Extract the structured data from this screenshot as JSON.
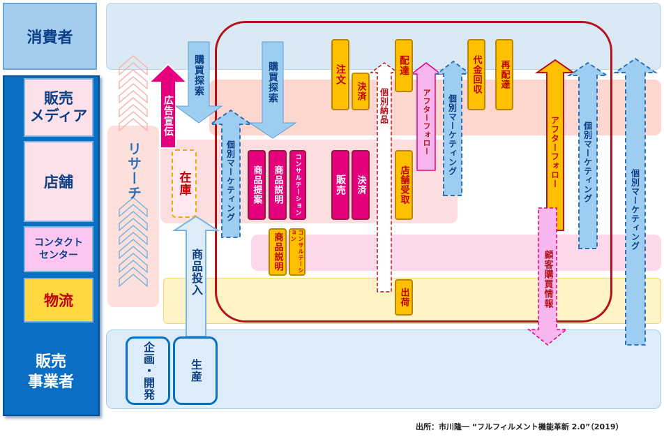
{
  "left": {
    "consumer": "消費者",
    "sales_media": "販売\nメディア",
    "store": "店舗",
    "contact_center": "コンタクト\nセンター",
    "logistics": "物流",
    "seller": "販売\n事業者"
  },
  "research": "リサーチ",
  "ad": "広告宣伝",
  "search1": "購買探索",
  "search2": "購買探索",
  "inventory": "在庫",
  "product_input": "商品投入",
  "planning": "企画・開発",
  "production": "生産",
  "indiv_mkt": "個別マーケティング",
  "proposal": "商品提案",
  "explain1": "商品説明",
  "consult1": "コンサルテーション",
  "explain2": "商品説明",
  "consult2": "コンサルテーション",
  "order": "注文",
  "settle1": "決済",
  "sell": "販売",
  "settle2": "決済",
  "indiv_delivery": "個別納品",
  "delivery": "配達",
  "store_pickup": "店舗受取",
  "shipping": "出荷",
  "aftercare1": "アフターフォロー",
  "indiv_mkt2": "個別マーケティング",
  "collect": "代金回収",
  "redelivery": "再配達",
  "aftercare2": "アフターフォロー",
  "customer_info": "顧客購買情報",
  "indiv_mkt3": "個別マーケティング",
  "indiv_mkt4": "個別マーケティング",
  "source": "出所：市川隆一 “フルフィルメント機能革新 2.0”（2019）",
  "colors": {
    "seller_blue": "#0a6fc2",
    "accent_red": "#b5121b",
    "magenta": "#e6007e",
    "orange": "#ffc000",
    "light_blue": "#9dcdf0"
  }
}
